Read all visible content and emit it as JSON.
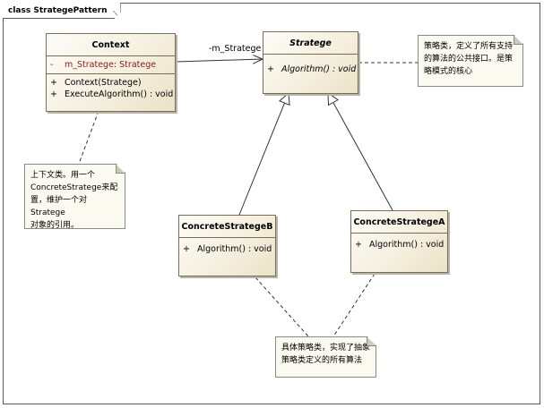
{
  "diagram_title": "class StrategePattern",
  "classes": {
    "context": {
      "name": "Context",
      "attributes": [
        {
          "visibility": "-",
          "text": "m_Stratege:  Stratege"
        }
      ],
      "operations": [
        {
          "visibility": "+",
          "text": "Context(Stratege)"
        },
        {
          "visibility": "+",
          "text": "ExecuteAlgorithm() : void"
        }
      ]
    },
    "stratege": {
      "name": "Stratege",
      "abstract": true,
      "operations": [
        {
          "visibility": "+",
          "text": "Algorithm() : void"
        }
      ]
    },
    "concrete_b": {
      "name": "ConcreteStrategeB",
      "operations": [
        {
          "visibility": "+",
          "text": "Algorithm() : void"
        }
      ]
    },
    "concrete_a": {
      "name": "ConcreteStrategeA",
      "operations": [
        {
          "visibility": "+",
          "text": "Algorithm() : void"
        }
      ]
    }
  },
  "association": {
    "role": "-m_Stratege"
  },
  "notes": {
    "stratege_note": [
      "策略类，定义了所有支持",
      "的算法的公共接口。是策",
      "略模式的核心"
    ],
    "context_note": [
      "上下文类。用一个",
      "ConcreteStratege来配",
      "置，维护一个对Stratege",
      "对象的引用。"
    ],
    "concrete_note": [
      "具体策略类，实现了抽象",
      "策略类定义的所有算法"
    ]
  },
  "colors": {
    "class_fill": "#f4eedd",
    "class_border": "#7a6d55",
    "attribute_text": "#8b1a1a",
    "note_fill": "#fbfaf0"
  }
}
